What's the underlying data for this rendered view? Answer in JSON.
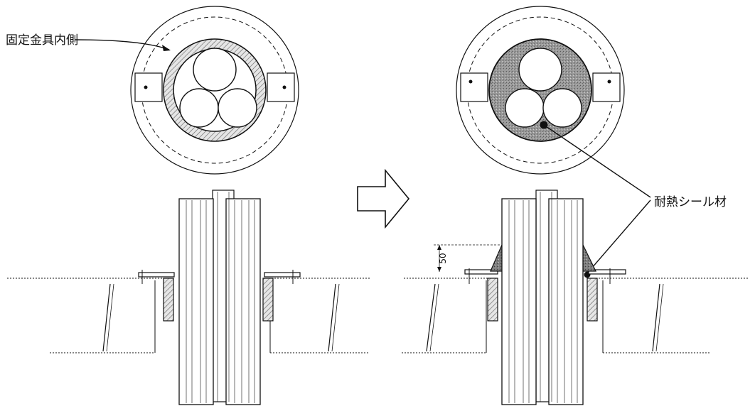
{
  "labels": {
    "inner_side": "固定金具内側",
    "seal_material": "耐熱シール材",
    "dimension": "50"
  },
  "colors": {
    "line": "#111111",
    "hatch": "#777777",
    "seal_fill": "#8c8c8c",
    "background": "#ffffff"
  }
}
